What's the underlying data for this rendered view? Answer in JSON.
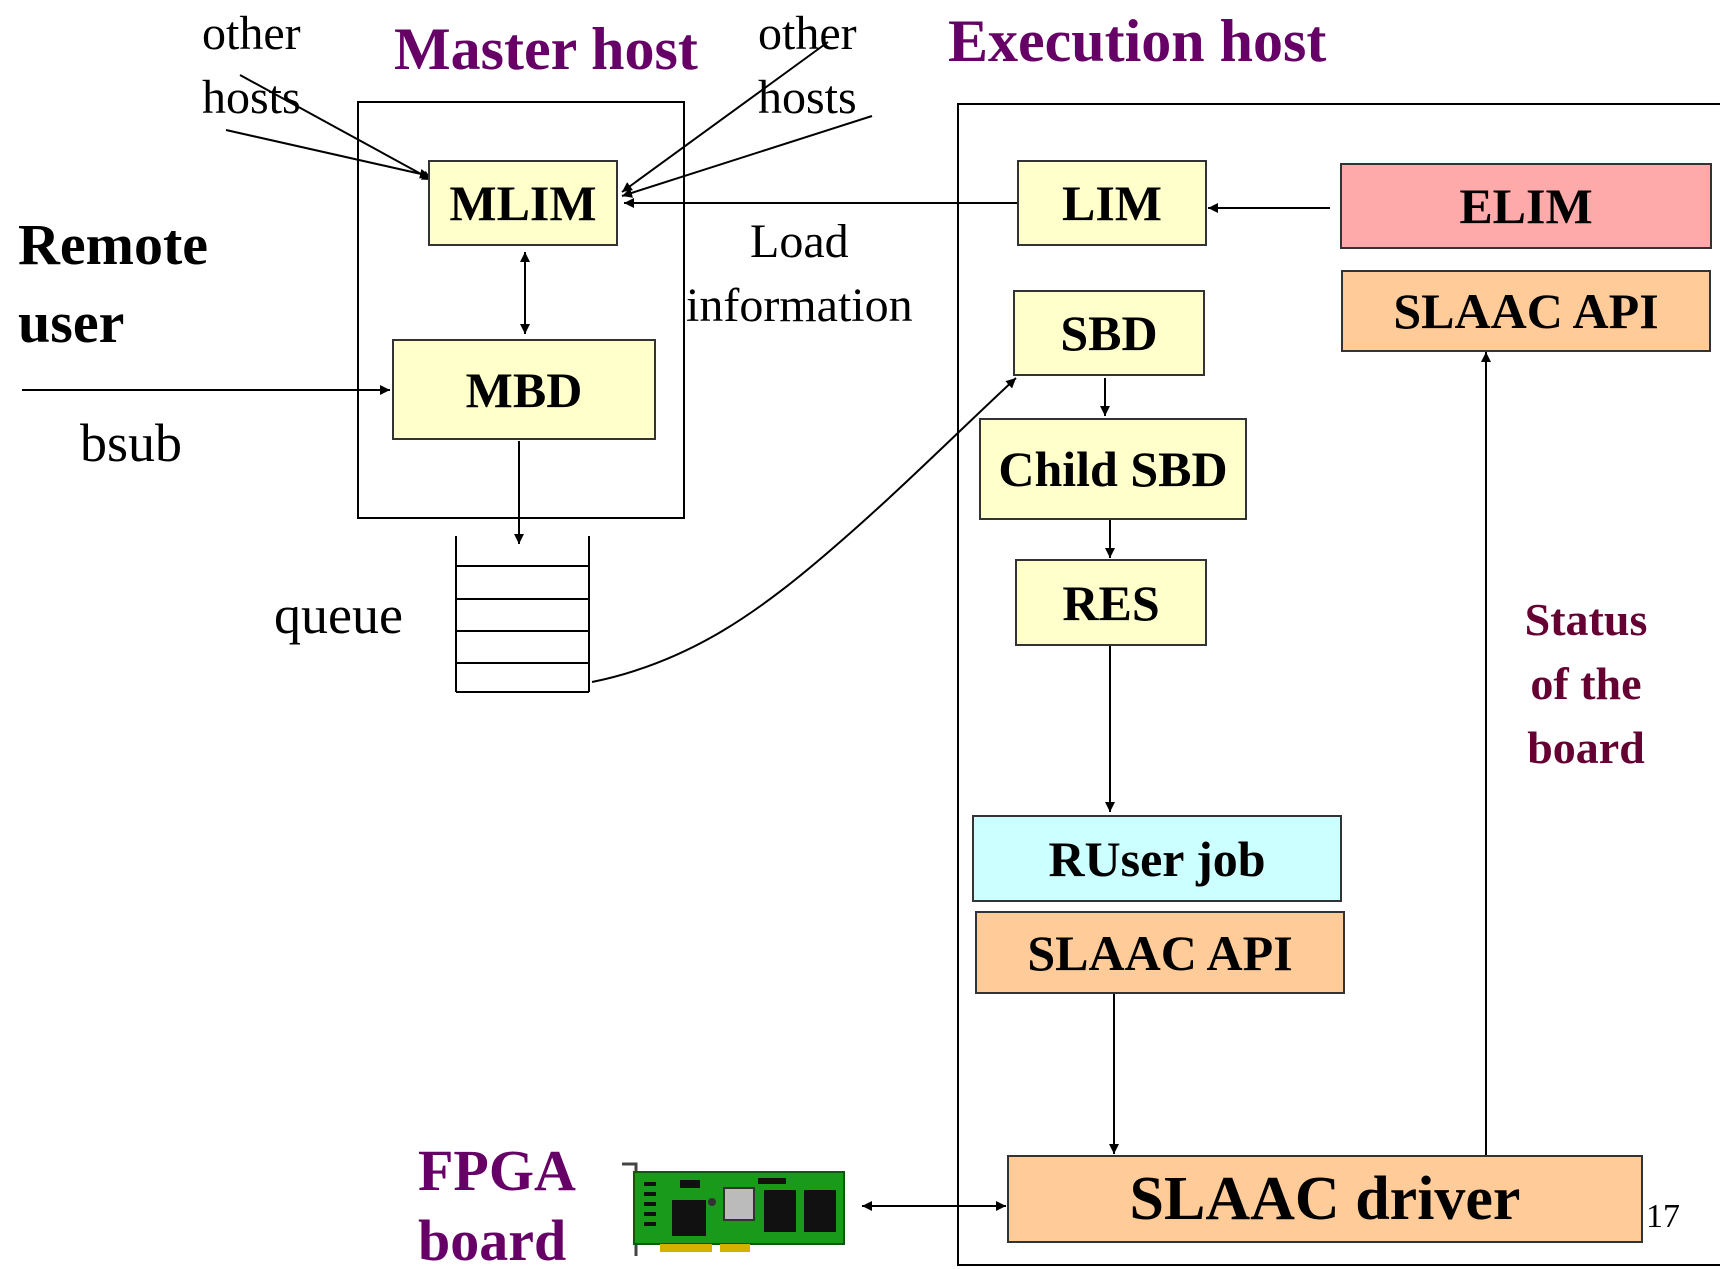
{
  "headings": {
    "master_host": "Master host",
    "execution_host": "Execution host",
    "fpga_board": [
      "FPGA",
      "board"
    ]
  },
  "labels": {
    "other_hosts_left": [
      "other",
      "hosts"
    ],
    "other_hosts_right": [
      "other",
      "hosts"
    ],
    "remote_user": [
      "Remote",
      "user"
    ],
    "bsub": "bsub",
    "queue": "queue",
    "load_information": [
      "Load",
      "information"
    ],
    "status_of_board": [
      "Status",
      "of the",
      "board"
    ],
    "page_number": "17"
  },
  "boxes": {
    "mlim": "MLIM",
    "mbd": "MBD",
    "lim": "LIM",
    "elim": "ELIM",
    "slaac_api_top": "SLAAC API",
    "sbd": "SBD",
    "child_sbd": "Child SBD",
    "res": "RES",
    "ruser_job": "RUser job",
    "slaac_api_bottom": "SLAAC API",
    "slaac_driver": "SLAAC driver"
  },
  "icons": {
    "fpga_board": "fpga-board-icon"
  },
  "colors": {
    "heading_purple": "#660066",
    "status_maroon": "#660033",
    "yellow_box": "#ffffcc",
    "cyan_box": "#ccffff",
    "orange_box": "#ffcc99",
    "pink_box": "#ffaaaa"
  }
}
